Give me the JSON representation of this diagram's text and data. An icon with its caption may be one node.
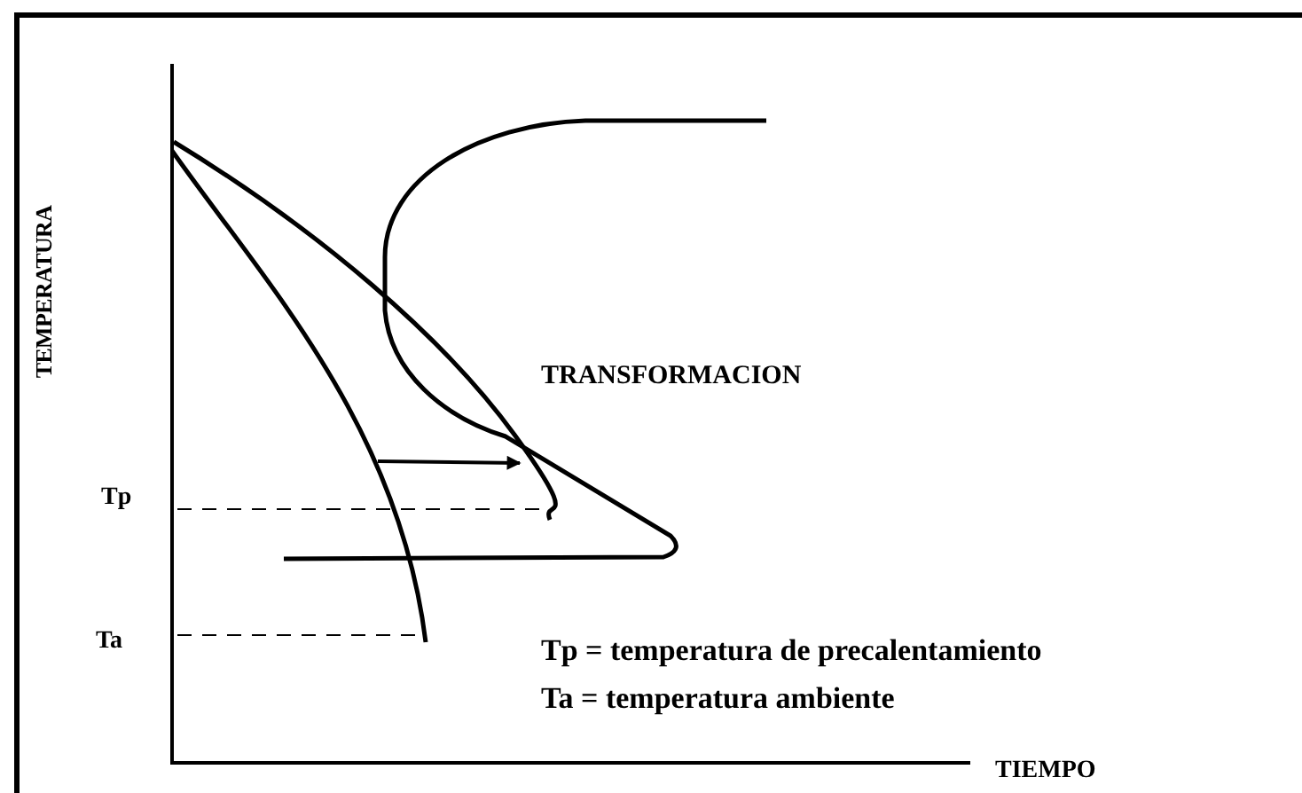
{
  "diagram": {
    "labels": [
      "TEMPERATURA",
      "TRANSFORMACION",
      "Tp",
      "Ta",
      "Tp = temperatura de precalentamiento",
      "Ta = temperatura ambiente",
      "TIEMPO"
    ]
  }
}
